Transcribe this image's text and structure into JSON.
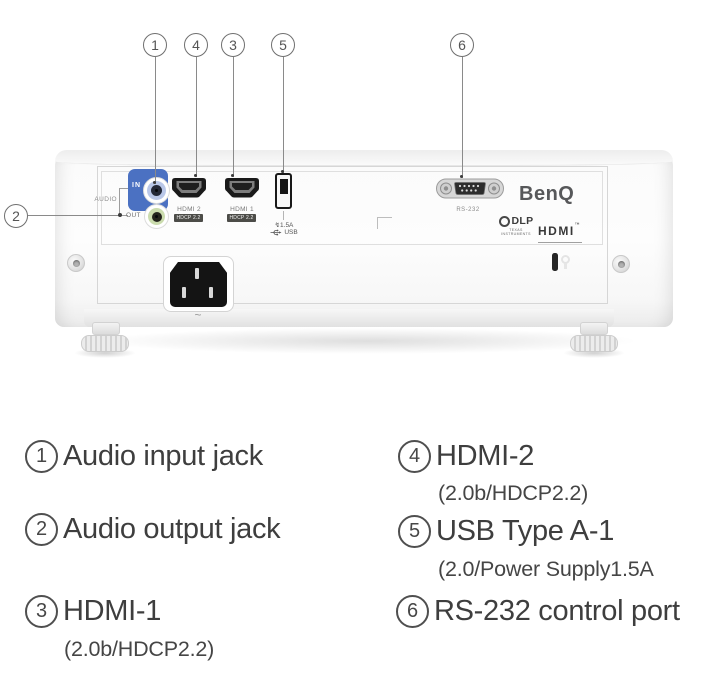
{
  "colors": {
    "blue": "#4b71c2",
    "blue_ring": "#b9c7e8",
    "green_ring": "#cbdcae",
    "badge_bg": "#4c4c48"
  },
  "callouts": {
    "n1": "1",
    "n2": "2",
    "n3": "3",
    "n4": "4",
    "n5": "5",
    "n6": "6"
  },
  "projector": {
    "brand": "BenQ",
    "audio_label": "AUDIO",
    "in_label": "IN",
    "out_label": "OUT",
    "hdmi2_label": "HDMI 2",
    "hdmi1_label": "HDMI 1",
    "hdcp_badge": "HDCP 2.2",
    "usb_current": "↯1.5A",
    "usb_label": "USB",
    "rs232_label": "RS-232",
    "ac_symbol": "~",
    "dlp_logo": "DLP",
    "dlp_sub": "TEXAS INSTRUMENTS",
    "hdmi_logo": "HDMI",
    "hdmi_tm": "™"
  },
  "legend": {
    "left": [
      {
        "num": "1",
        "label": "Audio input jack"
      },
      {
        "num": "2",
        "label": "Audio output jack"
      },
      {
        "num": "3",
        "label": "HDMI-1",
        "sub": "(2.0b/HDCP2.2)"
      }
    ],
    "right": [
      {
        "num": "4",
        "label": "HDMI-2",
        "sub": "(2.0b/HDCP2.2)"
      },
      {
        "num": "5",
        "label": "USB Type A-1",
        "sub": "(2.0/Power Supply1.5A"
      },
      {
        "num": "6",
        "label": "RS-232 control port"
      }
    ]
  }
}
